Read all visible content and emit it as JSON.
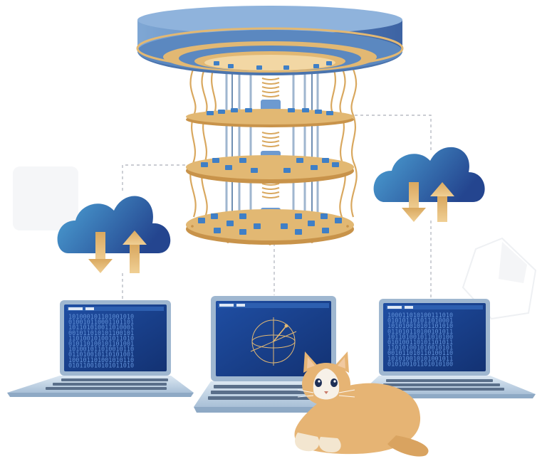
{
  "colors": {
    "chandelier_blue": "#5b88c0",
    "gold": "#e2b873",
    "gold_dark": "#c8934a",
    "qubit_blue": "#3f7fc6",
    "cloud_light": "#4da3d6",
    "cloud_dark": "#24458f",
    "screen": "#1a3f8c",
    "laptop_body": "#b9cfe2",
    "cat": "#e6b474"
  },
  "icons": [
    "quantum-chandelier-icon",
    "cloud-sync-icon",
    "laptop-icon",
    "bloch-sphere-icon",
    "cat-icon"
  ],
  "laptops": {
    "left": {
      "binary_lines": [
        "101000101101001010",
        "010010110001101101",
        "101101010011010001",
        "001011010101100101",
        "110100101001011010",
        "010110100101101001",
        "101001011010010110",
        "011010010110101001",
        "100101101001010110",
        "010110010101011010"
      ]
    },
    "right": {
      "binary_lines": [
        "100011010100111010",
        "010101101011010001",
        "101010010101101010",
        "011010110100101011",
        "101101001011010100",
        "010100110101101011",
        "110101001010010101",
        "001011010110100110",
        "101010010101001011",
        "010100101101010100"
      ]
    }
  }
}
